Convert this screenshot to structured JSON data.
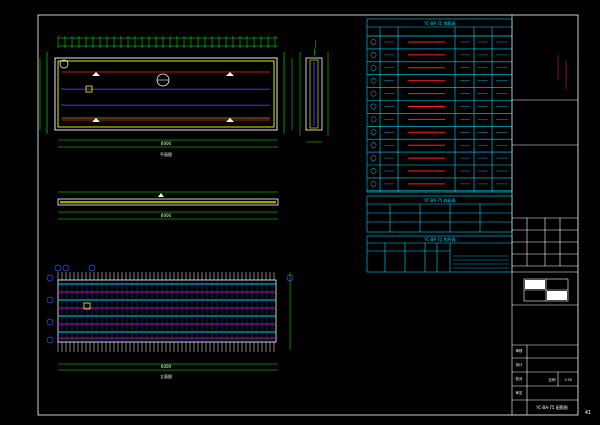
{
  "colors": {
    "background": "#000000",
    "frame": "#ffffff",
    "table": "#00d8ff",
    "red": "#ff2020",
    "yellow": "#ffff00",
    "green": "#00ff00",
    "blue": "#3050ff",
    "magenta": "#d000d0"
  },
  "text": {
    "plan_dim_total": "6000",
    "section_dim_total": "6000",
    "elev_dim_total": "6000",
    "plan_caption": "平面图",
    "elev_caption": "立面图",
    "rebar_table_title": "YC-BA-75 钢筋表",
    "sub_table_1_title": "YC-BA-75 材料表",
    "sub_table_2_title": "YC-BA-75 构件表",
    "tb_label_review": "审核",
    "tb_label_design": "设计",
    "tb_label_check": "校对",
    "tb_label_approve": "审定",
    "tb_label_scale": "比例",
    "tb_scale_value": "1:50",
    "tb_drawing_no": "YC-BA-75 配筋图",
    "page_no": "41"
  }
}
